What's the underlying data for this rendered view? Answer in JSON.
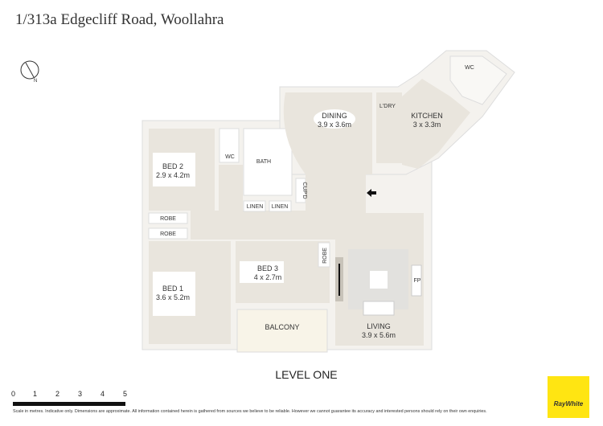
{
  "title": "1/313a Edgecliff Road, Woollahra",
  "level": "LEVEL ONE",
  "rooms": {
    "bed2": {
      "name": "BED 2",
      "dims": "2.9 x 4.2m"
    },
    "bed1": {
      "name": "BED 1",
      "dims": "3.6 x 5.2m"
    },
    "bed3": {
      "name": "BED 3",
      "dims": "4 x 2.7m"
    },
    "dining": {
      "name": "DINING",
      "dims": "3.9 x 3.6m"
    },
    "kitchen": {
      "name": "KITCHEN",
      "dims": "3 x 3.3m"
    },
    "living": {
      "name": "LIVING",
      "dims": "3.9 x 5.6m"
    },
    "balcony": "BALCONY",
    "bath": "BATH",
    "wc": "WC",
    "wc2": "WC",
    "laundry": "L'DRY",
    "robe1": "ROBE",
    "robe2": "ROBE",
    "robe3": "ROBE",
    "linen1": "LINEN",
    "linen2": "LINEN",
    "cupboard": "CUP'D",
    "fireplace": "FP"
  },
  "scale": {
    "ticks": [
      "0",
      "1",
      "2",
      "3",
      "4",
      "5"
    ]
  },
  "disclaimer": "Scale in metres. Indicative only. Dimensions are approximate. All information contained herein is gathered from sources we believe to be reliable. However we cannot guarantee its accuracy and interested persons should rely on their own enquiries.",
  "logo": {
    "text": "RayWhite",
    "color": "#ffe512"
  },
  "colors": {
    "room": "#e9e5dd",
    "wall": "#f4f2ee",
    "balcony": "#f8f4e8",
    "rug": "#e2e1de"
  }
}
